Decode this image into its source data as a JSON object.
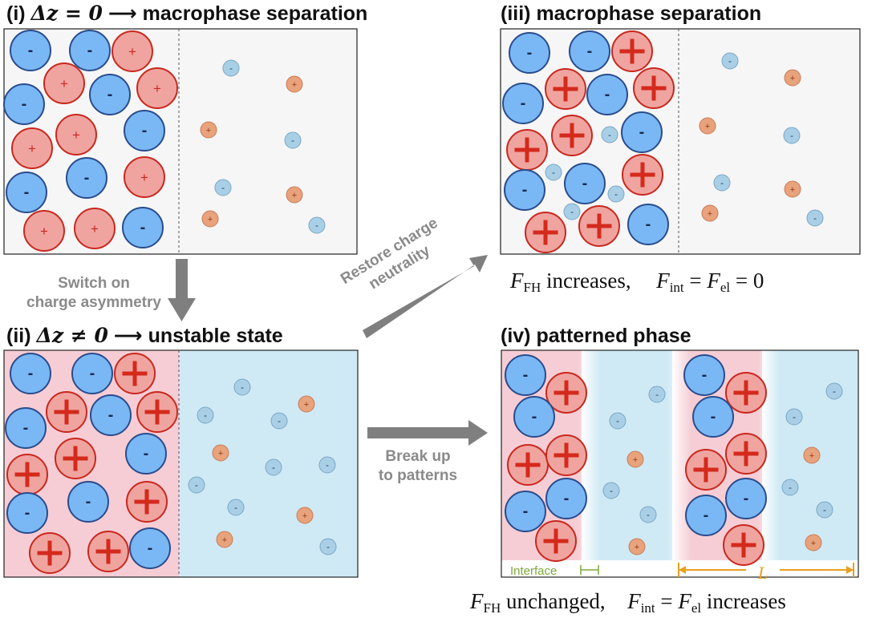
{
  "panels": {
    "i": {
      "title_label": "(i)",
      "title_math": "Δz = 0",
      "title_arrow": "⟶",
      "title_text": "macrophase separation"
    },
    "ii": {
      "title_label": "(ii)",
      "title_math": "Δz ≠ 0",
      "title_arrow": "⟶",
      "title_text": "unstable state"
    },
    "iii": {
      "title_label": "(iii)",
      "title_text": "macrophase separation"
    },
    "iv": {
      "title_label": "(iv)",
      "title_text": "patterned phase"
    }
  },
  "arrows": {
    "switch": "Switch on\ncharge asymmetry",
    "restore": "Restore charge\nneutrality",
    "break": "Break up\nto patterns"
  },
  "equations": {
    "iii": {
      "fh": "F",
      "fh_sub": "FH",
      "fh_text": " increases,",
      "int": "F",
      "int_sub": "int",
      "eq1": " = ",
      "el": "F",
      "el_sub": "el",
      "eq2": " = 0"
    },
    "iv": {
      "fh": "F",
      "fh_sub": "FH",
      "fh_text": " unchanged,",
      "int": "F",
      "int_sub": "int",
      "eq1": " = ",
      "el": "F",
      "el_sub": "el",
      "el_text": " increases"
    }
  },
  "annotations": {
    "interface": "Interface",
    "length": "L"
  },
  "symbols": {
    "minus": "-",
    "plus": "+"
  },
  "colors": {
    "neg_fill": "#7ab8f5",
    "neg_stroke": "#2a4c8c",
    "pos_fill": "#f0a4a0",
    "pos_stroke": "#c8281e",
    "plus_bar": "#d42a1c",
    "small_neg_fill": "#a9cfe6",
    "small_neg_stroke": "#7aa6c6",
    "small_pos_fill": "#e8a27c",
    "small_pos_stroke": "#c97c56",
    "pink_region": "#f6cdd5",
    "blue_region": "#cfeaf5",
    "panel_bg": "#f6f6f6",
    "arrow": "#7f7f7f",
    "interface_color": "#7aa83a",
    "length_color": "#e8a020"
  }
}
